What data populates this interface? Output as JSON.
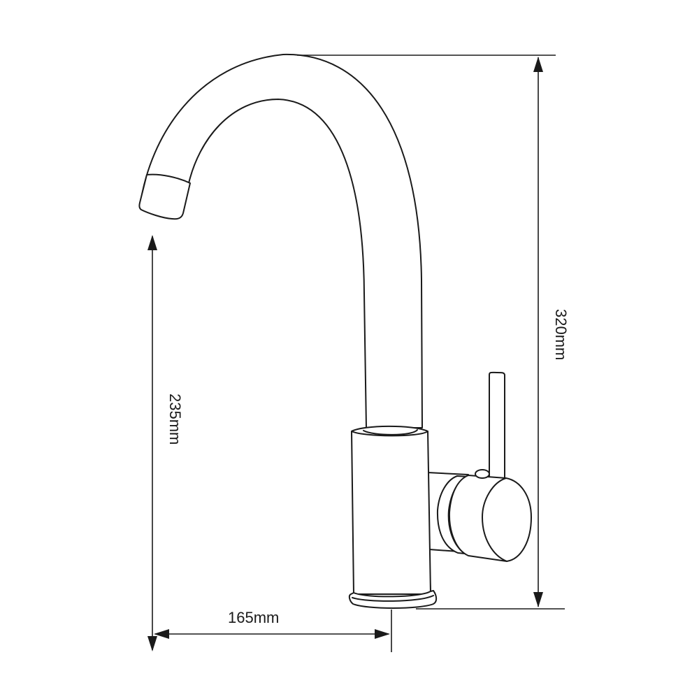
{
  "drawing": {
    "subject": "Single-lever kitchen faucet, side elevation",
    "line_color": "#1a1a1a",
    "background": "#ffffff"
  },
  "dimensions": {
    "total_height": {
      "label": "320mm",
      "orientation": "vertical"
    },
    "spout_clearance_height": {
      "label": "235mm",
      "orientation": "vertical"
    },
    "spout_reach": {
      "label": "165mm",
      "orientation": "horizontal"
    }
  },
  "parts": {
    "spout": "gooseneck spout",
    "aerator": "spout tip",
    "body": "cylindrical mixer body",
    "lever": "joystick lever handle",
    "cartridge_cap": "side knob",
    "base": "base ring"
  }
}
